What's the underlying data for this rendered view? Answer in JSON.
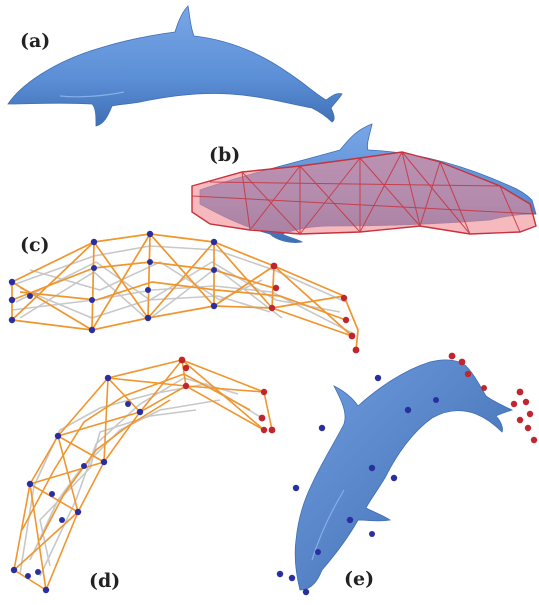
{
  "panels": [
    {
      "id": "a",
      "label": "(a)",
      "content": "dolphin-mesh"
    },
    {
      "id": "b",
      "label": "(b)",
      "content": "dolphin-with-cage"
    },
    {
      "id": "c",
      "label": "(c)",
      "content": "cage-graph-straight"
    },
    {
      "id": "d",
      "label": "(d)",
      "content": "cage-graph-bent"
    },
    {
      "id": "e",
      "label": "(e)",
      "content": "deformed-dolphin-with-points"
    }
  ],
  "colors": {
    "mesh_fill": "#5b8fd6",
    "mesh_shade": "#3f6fb5",
    "cage_fill": "#f08a93",
    "cage_edge": "#c8323d",
    "graph_edge_primary": "#f0962e",
    "graph_edge_secondary": "#c8c8c8",
    "node_blue": "#2a2fa0",
    "node_red": "#c0262e",
    "label": "#222222"
  }
}
